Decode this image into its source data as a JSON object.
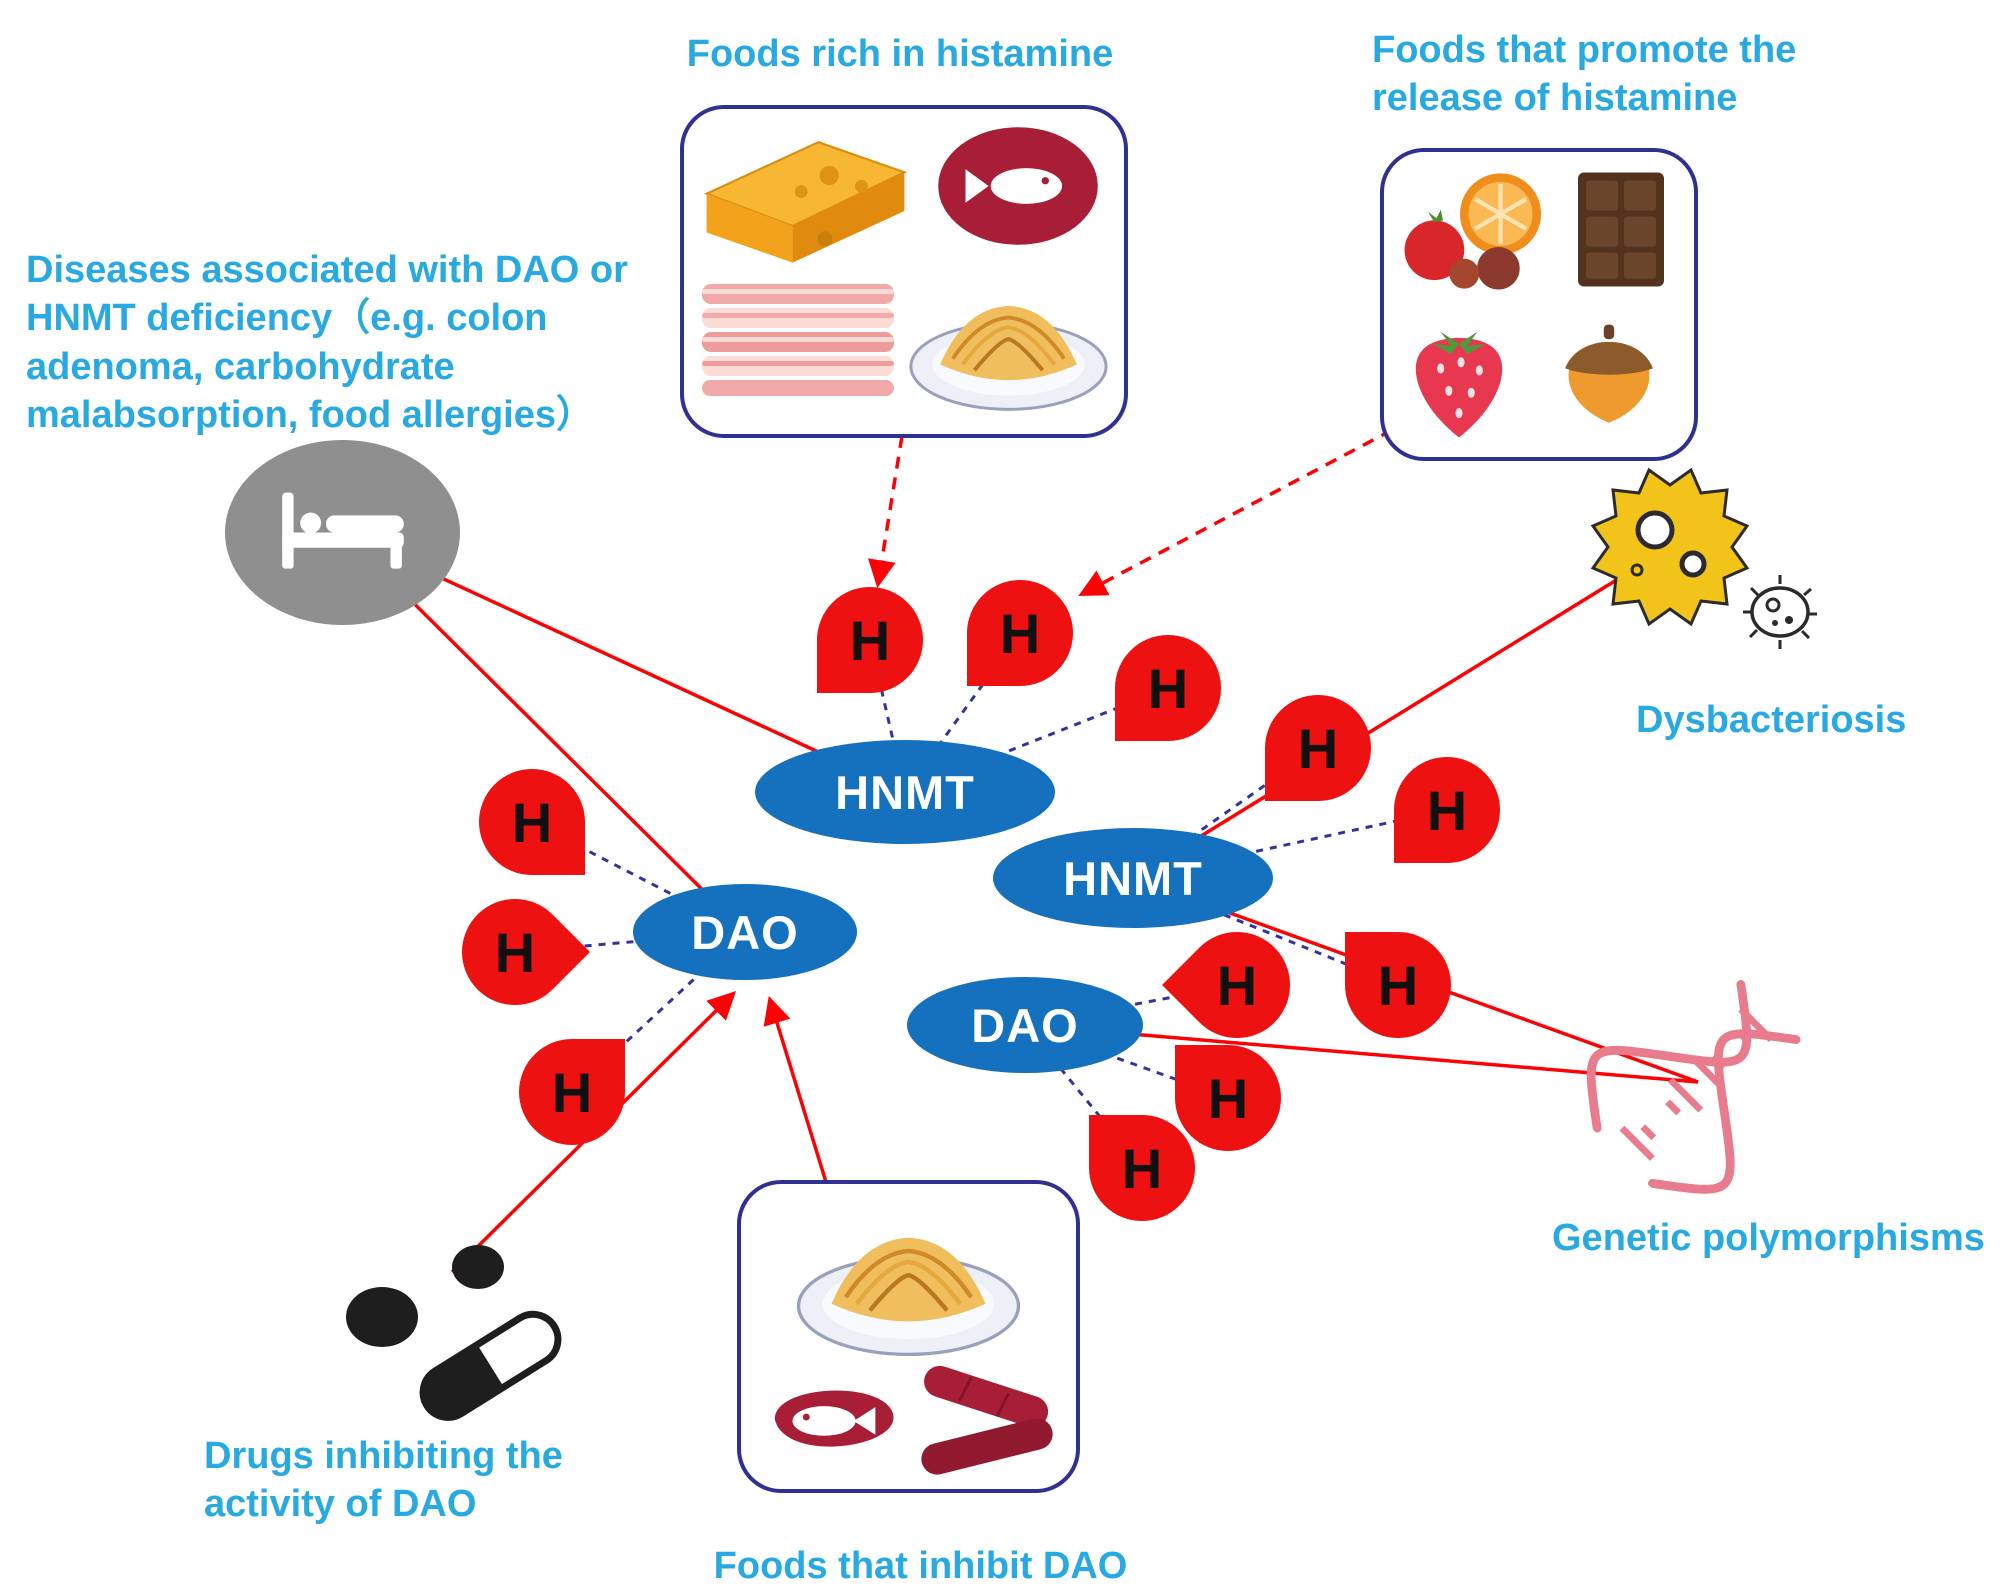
{
  "figure": {
    "domain": "diagram",
    "topic": "Factors affecting histamine degradation by DAO and HNMT enzymes"
  },
  "labels": {
    "foods_rich_in_histamine": "Foods rich in histamine",
    "foods_promote_release": [
      "Foods that promote the",
      "release of histamine"
    ],
    "diseases": "Diseases associated with DAO or HNMT deficiency（e.g.  colon adenoma, carbohydrate malabsorption, food allergies）",
    "dysbacteriosis": "Dysbacteriosis",
    "genetic_polymorphisms": "Genetic polymorphisms",
    "drugs_inhibiting": [
      "Drugs  inhibiting the",
      "activity of DAO"
    ],
    "foods_inhibit_dao": "Foods that inhibit DAO"
  },
  "nodes": {
    "hnmt": "HNMT",
    "dao": "DAO",
    "histamine_symbol": "H"
  },
  "icons": {
    "bed": "hospital-bed-icon",
    "bacteria": "bacteria-icon",
    "dna": "dna-helix-icon",
    "pills": "pills-icon",
    "cheese": "cheese-icon",
    "fish": "fish-icon",
    "bacon": "bacon-icon",
    "dish": "sauerkraut-dish-icon",
    "fruits": "fruits-icon",
    "chocolate": "chocolate-icon",
    "strawberry": "strawberry-icon",
    "hazelnut": "hazelnut-icon",
    "sausages": "sausages-icon"
  },
  "colors": {
    "label_text": "#29A9E2",
    "enzyme_fill": "#1571BE",
    "enzyme_text": "#FFFFFF",
    "histamine_fill": "#EE1111",
    "histamine_letter": "#101010",
    "dashed_connector": "#3333A0",
    "red_line": "#FB0205",
    "box_border": "#2E3192",
    "bed_gray": "#8F8F8F",
    "food_dark_red": "#A81E36",
    "bacteria_yellow": "#F2C318",
    "dna_pink": "#E87C8C"
  }
}
